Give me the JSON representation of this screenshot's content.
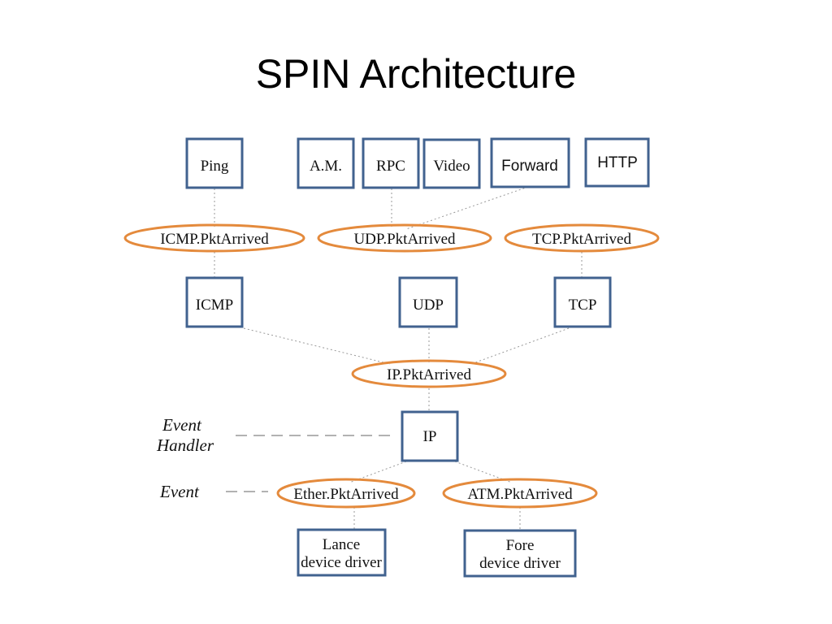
{
  "title": "SPIN Architecture",
  "diagram": {
    "extensions": [
      {
        "id": "ping",
        "label": "Ping"
      },
      {
        "id": "am",
        "label": "A.M."
      },
      {
        "id": "rpc",
        "label": "RPC"
      },
      {
        "id": "video",
        "label": "Video"
      },
      {
        "id": "forward",
        "label": "Forward"
      },
      {
        "id": "http",
        "label": "HTTP"
      }
    ],
    "events_upper": [
      {
        "id": "icmp-pktarrived",
        "label": "ICMP.PktArrived"
      },
      {
        "id": "udp-pktarrived",
        "label": "UDP.PktArrived"
      },
      {
        "id": "tcp-pktarrived",
        "label": "TCP.PktArrived"
      }
    ],
    "protocols": [
      {
        "id": "icmp",
        "label": "ICMP"
      },
      {
        "id": "udp",
        "label": "UDP"
      },
      {
        "id": "tcp",
        "label": "TCP"
      }
    ],
    "ip_event": {
      "label": "IP.PktArrived"
    },
    "ip_handler": {
      "label": "IP"
    },
    "events_lower": [
      {
        "id": "ether-pktarrived",
        "label": "Ether.PktArrived"
      },
      {
        "id": "atm-pktarrived",
        "label": "ATM.PktArrived"
      }
    ],
    "drivers": [
      {
        "id": "lance",
        "line1": "Lance",
        "line2": "device driver"
      },
      {
        "id": "fore",
        "line1": "Fore",
        "line2": "device driver"
      }
    ],
    "legend": {
      "handler_line1": "Event",
      "handler_line2": "Handler",
      "event": "Event"
    },
    "colors": {
      "box_border": "#41628f",
      "event_oval": "#e48a3c"
    }
  }
}
